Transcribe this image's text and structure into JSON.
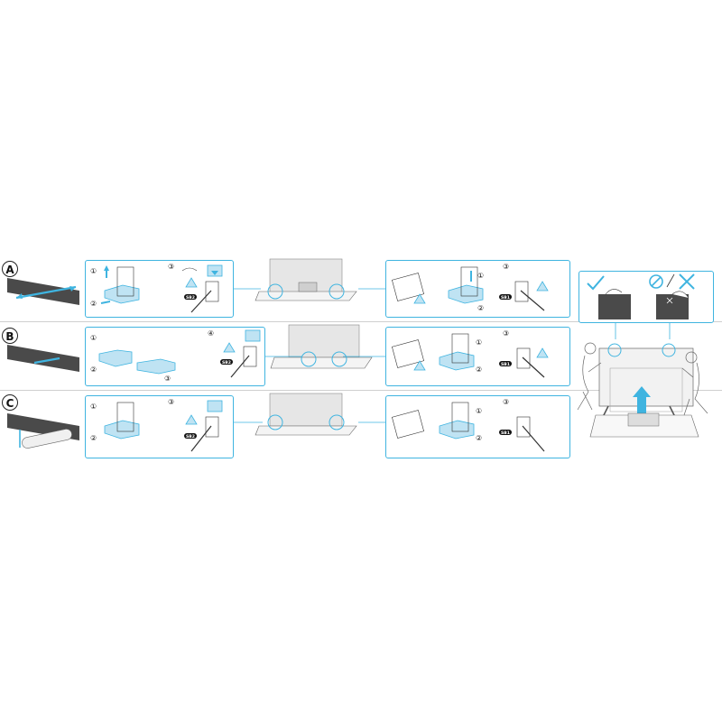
{
  "rows": [
    {
      "letter": "A"
    },
    {
      "letter": "B"
    },
    {
      "letter": "C"
    }
  ],
  "steps": {
    "one": "①",
    "two": "②",
    "three": "③",
    "four": "④"
  },
  "screws": {
    "s1": "SB2",
    "s2": "SB1"
  },
  "colors": {
    "accent": "#3fb4e0",
    "outline": "#333333",
    "tv_dark": "#4a4a4a",
    "tv_gray": "#d9d9d9",
    "ok": "#3fb4e0",
    "ng": "#3fb4e0"
  },
  "icons": {
    "correct": "check-icon",
    "incorrect": "prohibited-icon",
    "warning": "warning-triangle-icon",
    "lift": "up-arrow-icon"
  }
}
